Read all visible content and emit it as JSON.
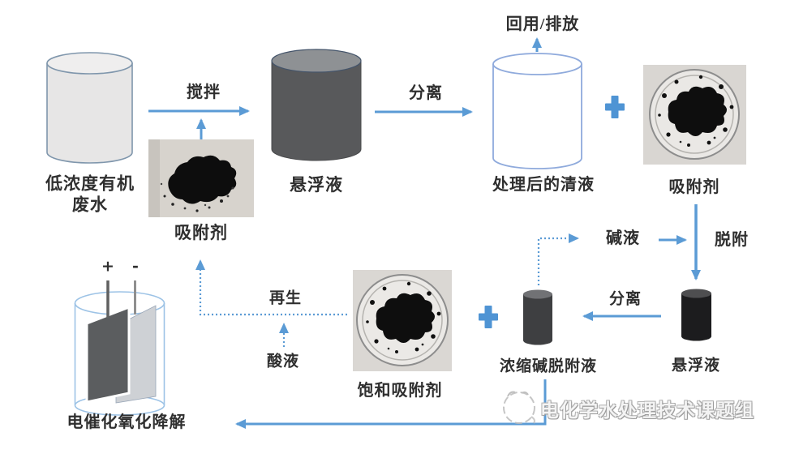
{
  "diagram": {
    "labels": {
      "wastewater": "低浓度有机\n废水",
      "stir": "搅拌",
      "adsorbent_powder": "吸附剂",
      "suspension_main": "悬浮液",
      "separate_main": "分离",
      "reuse_discharge": "回用/排放",
      "treated_clear": "处理后的清液",
      "adsorbent_dish": "吸附剂",
      "desorption": "脱附",
      "alkali": "碱液",
      "separate_small": "分离",
      "suspension_small": "悬浮液",
      "concentrated_alkali": "浓缩碱脱附液",
      "saturated_adsorbent": "饱和吸附剂",
      "regeneration": "再生",
      "acid": "酸液",
      "electro_degradation": "电催化氧化降解",
      "electrode_plus": "+",
      "electrode_minus": "-"
    },
    "watermark": {
      "text": "电化学水处理技术课题组"
    },
    "colors": {
      "arrow_blue": "#5b9bd5",
      "cylinder_outline_blue": "#8faadc",
      "light_cylinder_fill": "#e7e6e6",
      "dark_cylinder_fill": "#58595b",
      "dark_cylinder_top": "#8e9194",
      "black_cylinder_fill": "#1c1c1e",
      "concentrate_cylinder_fill": "#3e3f41",
      "text_color": "#2f2f2f",
      "photo_background": "#d7d3cd"
    }
  }
}
